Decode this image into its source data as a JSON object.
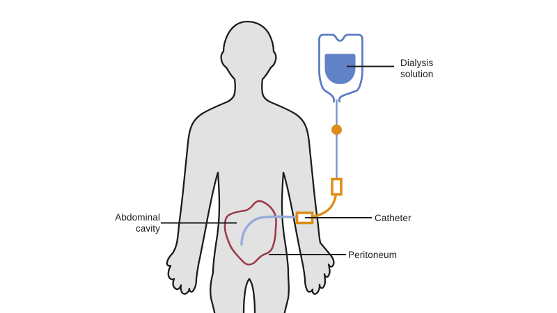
{
  "diagram": {
    "labels": {
      "dialysis_solution": "Dialysis\nsolution",
      "abdominal_cavity": "Abdominal\ncavity",
      "catheter": "Catheter",
      "peritoneum": "Peritoneum"
    },
    "colors": {
      "background": "#ffffff",
      "body_fill": "#e2e2e2",
      "body_outline": "#1c1c1c",
      "bag_outline_blue": "#5c7cc4",
      "solution_blue": "#6282c8",
      "tube_blue": "#7a92cd",
      "catheter_blue": "#96aadc",
      "connector_orange": "#de8d1a",
      "peritoneum_red": "#9a3a4a",
      "leader_line": "#1c1c1c",
      "label_text": "#1c1c1c"
    }
  }
}
